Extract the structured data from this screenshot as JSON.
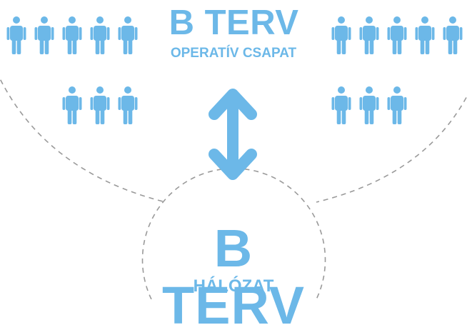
{
  "colors": {
    "accent": "#6cb8e8",
    "dashed_line": "#9a9a9a",
    "background": "#ffffff"
  },
  "operative_team": {
    "title": "B TERV",
    "subtitle": "OPERATÍV CSAPAT"
  },
  "network": {
    "title": "B TERV",
    "subtitle": "HÁLÓZAT"
  },
  "icons": {
    "person": "person-icon",
    "arrow": "double-arrow-icon"
  },
  "left_group": {
    "top_row_count": 5,
    "bottom_row_count": 3
  },
  "right_group": {
    "top_row_count": 5,
    "bottom_row_count": 3
  }
}
